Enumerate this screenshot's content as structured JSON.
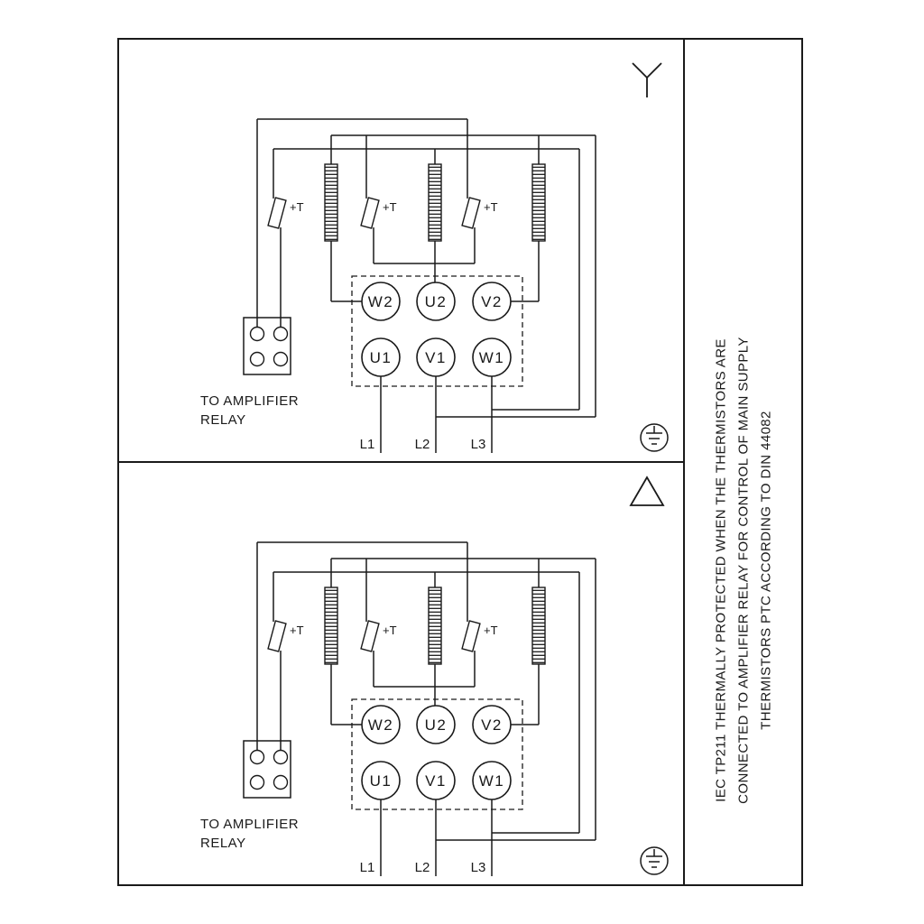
{
  "sheet": {
    "side_note": {
      "line1": "IEC TP211 THERMALLY PROTECTED WHEN THE THERMISTORS ARE",
      "line2": "CONNECTED TO AMPLIFIER RELAY FOR CONTROL OF MAIN SUPPLY",
      "line3": "THERMISTORS PTC ACCORDING TO DIN 44082"
    },
    "colors": {
      "line": "#1a1a1a",
      "background": "#ffffff"
    }
  },
  "panels": [
    {
      "name": "star-connection",
      "connection_symbol": "star",
      "thermistor_label": "+T",
      "relay_label": [
        "TO AMPLIFIER",
        "RELAY"
      ],
      "terminals_top": [
        "W2",
        "U2",
        "V2"
      ],
      "terminals_bottom": [
        "U1",
        "V1",
        "W1"
      ],
      "supply_lines": [
        "L1",
        "L2",
        "L3"
      ]
    },
    {
      "name": "delta-connection",
      "connection_symbol": "delta",
      "thermistor_label": "+T",
      "relay_label": [
        "TO AMPLIFIER",
        "RELAY"
      ],
      "terminals_top": [
        "W2",
        "U2",
        "V2"
      ],
      "terminals_bottom": [
        "U1",
        "V1",
        "W1"
      ],
      "supply_lines": [
        "L1",
        "L2",
        "L3"
      ]
    }
  ]
}
